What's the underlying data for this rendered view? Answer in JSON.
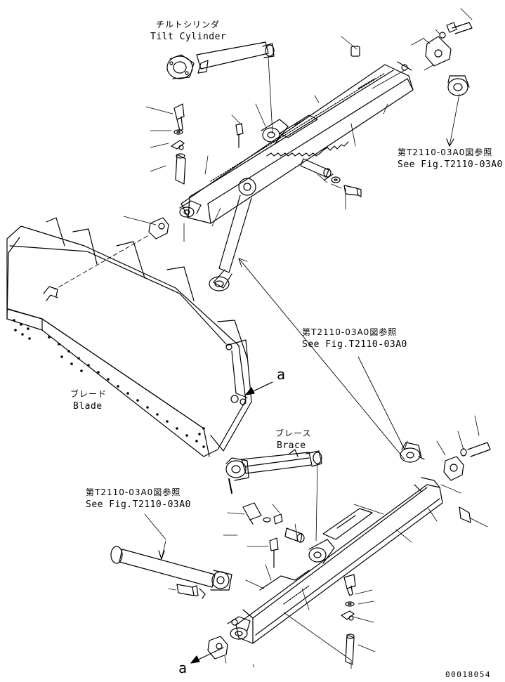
{
  "labels": {
    "tilt_cylinder_jp": "チルトシリンダ",
    "tilt_cylinder_en": "Tilt Cylinder",
    "ref_top_jp": "第T2110-03A0図参照",
    "ref_top_en": "See Fig.T2110-03A0",
    "ref_mid_jp": "第T2110-03A0図参照",
    "ref_mid_en": "See Fig.T2110-03A0",
    "ref_left_jp": "第T2110-03A0図参照",
    "ref_left_en": "See Fig.T2110-03A0",
    "blade_jp": "ブレード",
    "blade_en": "Blade",
    "brace_jp": "ブレース",
    "brace_en": "Brace",
    "view_marker_upper": "a",
    "view_marker_lower": "a",
    "drawing_number": "00018054"
  },
  "colors": {
    "line": "#000000",
    "background": "#ffffff"
  }
}
